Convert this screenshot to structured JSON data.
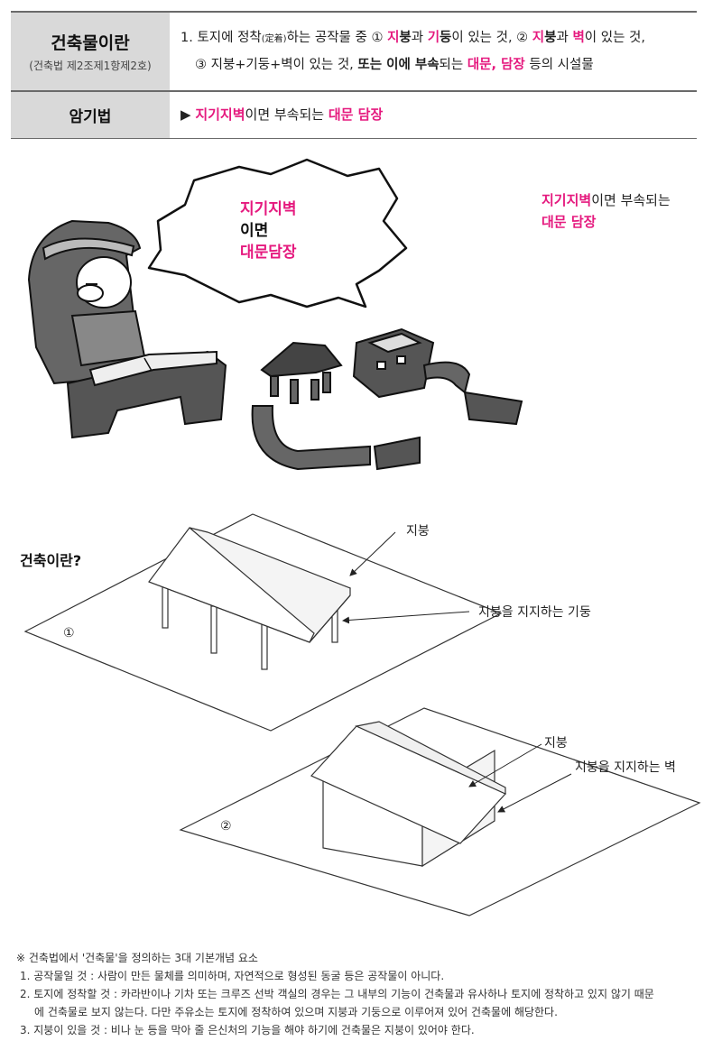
{
  "definition": {
    "title": "건축물이란",
    "law_ref": "(건축법 제2조제1항제2호)",
    "line1": {
      "p1": "1. 토지에 정착",
      "p2": "(定着)",
      "p3": "하는 공작물 중 ① ",
      "p4": "지",
      "p5": "붕",
      "p6": "과 ",
      "p7": "기",
      "p8": "둥",
      "p9": "이 있는 것, ② ",
      "p10": "지",
      "p11": "붕",
      "p12": "과 ",
      "p13": "벽",
      "p14": "이 있는 것,"
    },
    "line2": {
      "p1": "③ 지붕+기둥+벽이 있는 것, ",
      "p2": "또는 이에 부속",
      "p3": "되는 ",
      "p4": "대문, 담장",
      "p5": " 등의 시설물"
    }
  },
  "mnemonic": {
    "title": "암기법",
    "arrow": "▶ ",
    "p1": "지기지벽",
    "p2": "이면 부속되는 ",
    "p3": "대문 담장"
  },
  "bubble": {
    "l1": "지기지벽",
    "l2": "이면",
    "l3": "대문담장"
  },
  "side_note": {
    "p1": "지기지벽",
    "p2": "이면 부속되는",
    "p3": "대문 담장"
  },
  "diagram": {
    "question": "건축이란?",
    "d1_roof": "지붕",
    "d1_column": "지붕을 지지하는 기둥",
    "d1_num": "①",
    "d2_roof": "지붕",
    "d2_wall": "지붕을 지지하는 벽",
    "d2_num": "②"
  },
  "notes": {
    "header": "※ 건축법에서 '건축물'을 정의하는 3대 기본개념 요소",
    "n1": "1. 공작물일 것 : 사람이 만든 물체를 의미하며, 자연적으로 형성된 동굴 등은 공작물이 아니다.",
    "n2a": "2. 토지에 정착할 것 : 카라반이나 기차 또는 크루즈 선박 객실의 경우는 그 내부의 기능이 건축물과 유사하나 토지에 정착하고 있지 않기 때문",
    "n2b": "에 건축물로 보지 않는다. 다만 주유소는 토지에 정착하여 있으며 지붕과 기둥으로 이루어져 있어 건축물에 해당한다.",
    "n3": "3. 지붕이 있을 것 : 비나 눈 등을 막아 줄 은신처의 기능을 해야 하기에 건축물은 지붕이 있어야 한다."
  }
}
